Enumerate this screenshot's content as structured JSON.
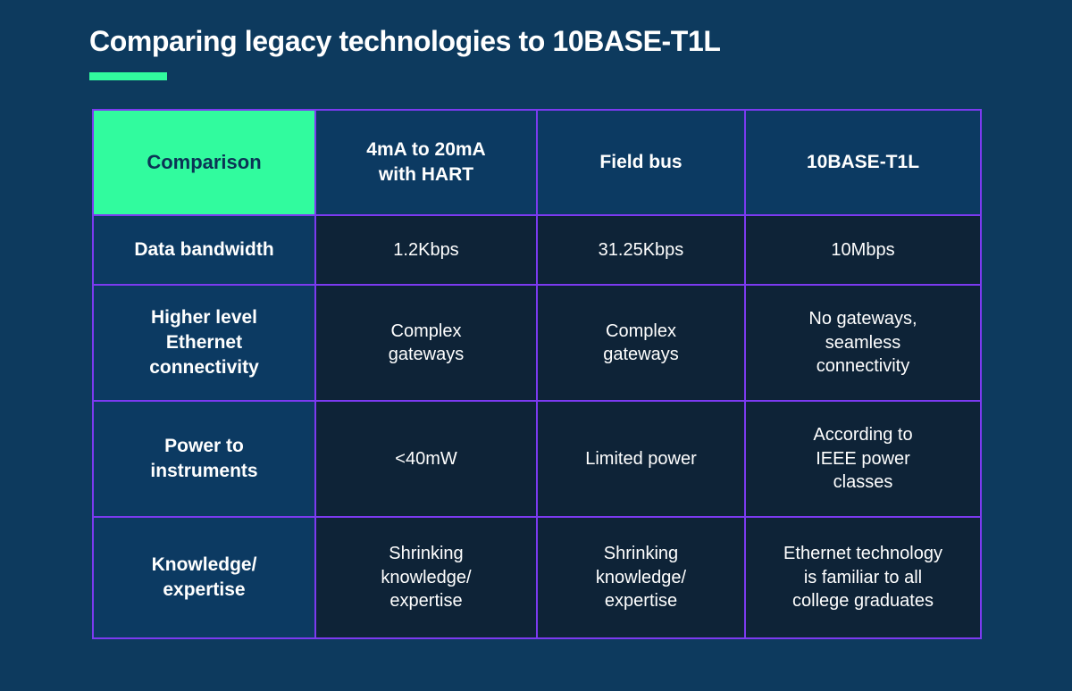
{
  "theme": {
    "background": "#0d3a5e",
    "header_cell": "#0c3a62",
    "data_cell": "#0e2337",
    "accent_green": "#31fb9e",
    "border_purple": "#7c3af0",
    "text": "#ffffff",
    "green_cell_text": "#0b3355"
  },
  "header": {
    "title": "Comparing legacy technologies to 10BASE-T1L"
  },
  "table": {
    "columns": [
      "Comparison",
      "4mA to 20mA\nwith HART",
      "Field bus",
      "10BASE-T1L"
    ],
    "rows": [
      {
        "label": "Data bandwidth",
        "cells": [
          "1.2Kbps",
          "31.25Kbps",
          "10Mbps"
        ]
      },
      {
        "label": "Higher level\nEthernet\nconnectivity",
        "cells": [
          "Complex\ngateways",
          "Complex\ngateways",
          "No gateways,\nseamless\nconnectivity"
        ]
      },
      {
        "label": "Power to\ninstruments",
        "cells": [
          "<40mW",
          "Limited power",
          "According to\nIEEE power\nclasses"
        ]
      },
      {
        "label": "Knowledge/\nexpertise",
        "cells": [
          "Shrinking\nknowledge/\nexpertise",
          "Shrinking\nknowledge/\nexpertise",
          "Ethernet technology\nis familiar to all\ncollege graduates"
        ]
      }
    ]
  },
  "chart_data": {
    "type": "table",
    "title": "Comparing legacy technologies to 10BASE-T1L",
    "columns": [
      "Comparison",
      "4mA to 20mA with HART",
      "Field bus",
      "10BASE-T1L"
    ],
    "rows": [
      [
        "Data bandwidth",
        "1.2Kbps",
        "31.25Kbps",
        "10Mbps"
      ],
      [
        "Higher level Ethernet connectivity",
        "Complex gateways",
        "Complex gateways",
        "No gateways, seamless connectivity"
      ],
      [
        "Power to instruments",
        "<40mW",
        "Limited power",
        "According to IEEE power classes"
      ],
      [
        "Knowledge/expertise",
        "Shrinking knowledge/expertise",
        "Shrinking knowledge/expertise",
        "Ethernet technology is familiar to all college graduates"
      ]
    ]
  }
}
